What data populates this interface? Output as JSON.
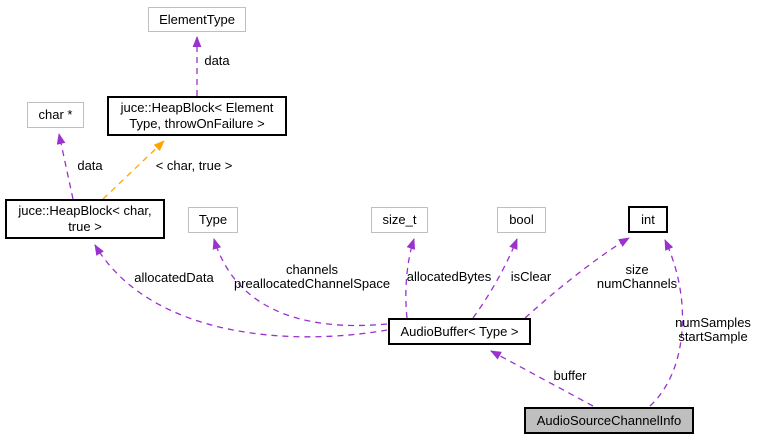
{
  "diagram": {
    "kind": "collaboration-graph",
    "colors": {
      "usage_edge": "#9a32cd",
      "template_edge": "#ffa500",
      "documented_border": "#000000",
      "undocumented_border": "#bfbfbf",
      "current_node_fill": "#bfbfbf",
      "node_fill": "#ffffff",
      "text": "#000000"
    },
    "nodes": {
      "element_type": {
        "line1": "ElementType"
      },
      "char_ptr": {
        "line1": "char *"
      },
      "heapblock_element": {
        "line1": "juce::HeapBlock< Element",
        "line2": "Type, throwOnFailure >"
      },
      "heapblock_char": {
        "line1": "juce::HeapBlock< char,",
        "line2": "true >"
      },
      "type": {
        "line1": "Type"
      },
      "size_t": {
        "line1": "size_t"
      },
      "bool": {
        "line1": "bool"
      },
      "int": {
        "line1": "int"
      },
      "audio_buffer": {
        "line1": "AudioBuffer< Type >"
      },
      "audio_source_channel_info": {
        "line1": "AudioSourceChannelInfo"
      }
    },
    "edge_labels": {
      "data_top": "data",
      "data_left": "data",
      "template_args": "< char, true >",
      "allocated_data": "allocatedData",
      "channels_line1": "channels",
      "channels_line2": "preallocatedChannelSpace",
      "allocated_bytes": "allocatedBytes",
      "is_clear": "isClear",
      "size_line1": "size",
      "size_line2": "numChannels",
      "buffer": "buffer",
      "num_samples_line1": "numSamples",
      "num_samples_line2": "startSample"
    }
  }
}
